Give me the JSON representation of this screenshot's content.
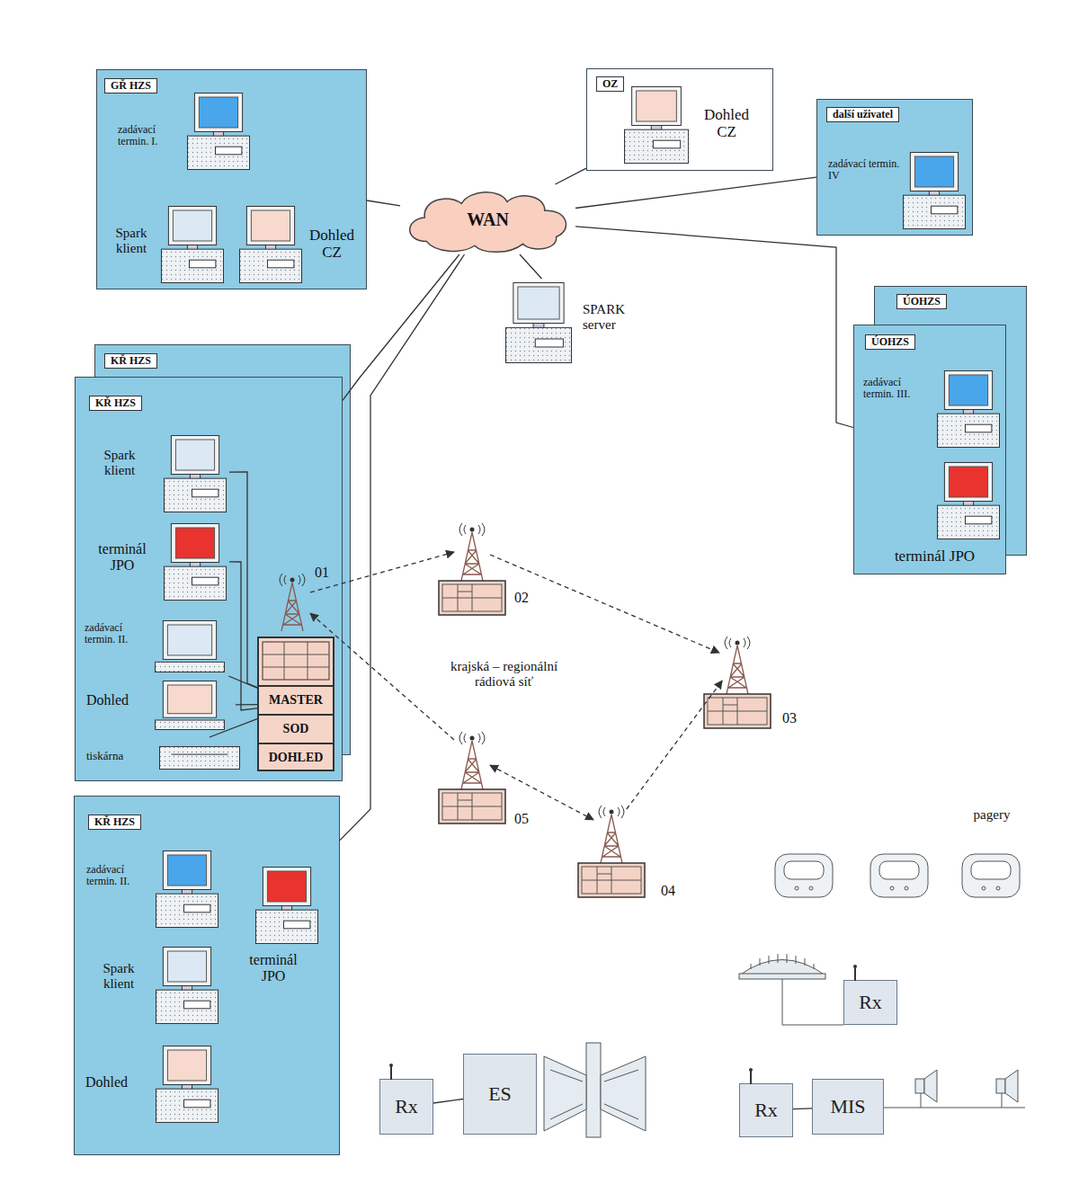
{
  "diagram": {
    "nodes": [
      {
        "text": [
          "GŘ HZS"
        ]
      },
      {
        "text": [
          "zadávací termin. I."
        ],
        "in": 0
      },
      {
        "text": [
          "Spark klient"
        ],
        "in": 0
      },
      {
        "text": [
          "Dohled CZ"
        ],
        "in": 0
      },
      {
        "text": [
          "WAN"
        ]
      },
      {
        "text": [
          "OZ"
        ]
      },
      {
        "text": [
          "Dohled CZ"
        ],
        "in": 5
      },
      {
        "text": [
          "další uživatel"
        ]
      },
      {
        "text": [
          "zadávací termin. IV"
        ],
        "in": 7
      },
      {
        "text": [
          "SPARK server"
        ]
      },
      {
        "text": [
          "ÚOHZS"
        ]
      },
      {
        "text": [
          "ÚOHZS"
        ],
        "in": 10
      },
      {
        "text": [
          "zadávací termin. III."
        ],
        "in": 11
      },
      {
        "text": [
          "terminál JPO"
        ],
        "in": 11
      },
      {
        "text": [
          "KŘ HZS"
        ]
      },
      {
        "text": [
          "KŘ HZS"
        ],
        "in": 14
      },
      {
        "text": [
          "Spark klient"
        ],
        "in": 15
      },
      {
        "text": [
          "terminál JPO"
        ],
        "in": 15
      },
      {
        "text": [
          "zadávací termin. II."
        ],
        "in": 15
      },
      {
        "text": [
          "Dohled"
        ],
        "in": 15
      },
      {
        "text": [
          "tiskárna"
        ],
        "in": 15
      },
      {
        "text": [
          "MASTER",
          "SOD",
          "DOHLED"
        ],
        "in": 15
      },
      {
        "text": [
          "01"
        ],
        "in": 15
      },
      {
        "text": [
          "02"
        ]
      },
      {
        "text": [
          "03"
        ]
      },
      {
        "text": [
          "04"
        ]
      },
      {
        "text": [
          "05"
        ]
      },
      {
        "text": [
          "KŘ HZS"
        ]
      },
      {
        "text": [
          "zadávací termin. II."
        ],
        "in": 27
      },
      {
        "text": [
          "terminál JPO"
        ],
        "in": 27
      },
      {
        "text": [
          "Spark klient"
        ],
        "in": 27
      },
      {
        "text": [
          "Dohled"
        ],
        "in": 27
      },
      {
        "text": [
          "Rx"
        ]
      },
      {
        "text": [
          "ES"
        ]
      },
      {
        "text": [
          "Rx"
        ]
      },
      {
        "text": [
          "Rx"
        ]
      },
      {
        "text": [
          "MIS"
        ]
      }
    ],
    "edges": [
      {
        "from": 0,
        "to": 4,
        "arrow": "none"
      },
      {
        "from": 4,
        "to": 5,
        "arrow": "none"
      },
      {
        "from": 4,
        "to": 7,
        "arrow": "none"
      },
      {
        "from": 4,
        "to": 9,
        "arrow": "none"
      },
      {
        "from": 4,
        "to": 11,
        "arrow": "none"
      },
      {
        "from": 4,
        "to": 15,
        "arrow": "none"
      },
      {
        "from": 4,
        "to": 27,
        "arrow": "none"
      },
      {
        "from": 21,
        "to": 18,
        "arrow": "none"
      },
      {
        "from": 21,
        "to": 19,
        "arrow": "none"
      },
      {
        "from": 21,
        "to": 20,
        "arrow": "none"
      },
      {
        "from": 16,
        "to": 21,
        "arrow": "none"
      },
      {
        "from": 17,
        "to": 21,
        "arrow": "none"
      },
      {
        "from": 22,
        "to": 23,
        "arrow": "to"
      },
      {
        "from": 23,
        "to": 24,
        "arrow": "to"
      },
      {
        "from": 25,
        "to": 24,
        "arrow": "to"
      },
      {
        "from": 26,
        "to": 25,
        "arrow": "both"
      },
      {
        "from": 26,
        "to": 22,
        "arrow": "to"
      },
      {
        "from": 32,
        "to": 33,
        "arrow": "none"
      },
      {
        "from": 35,
        "to": 36,
        "arrow": "none"
      }
    ],
    "labels": [
      "krajská – regionální rádiová síť",
      "pagery"
    ]
  }
}
